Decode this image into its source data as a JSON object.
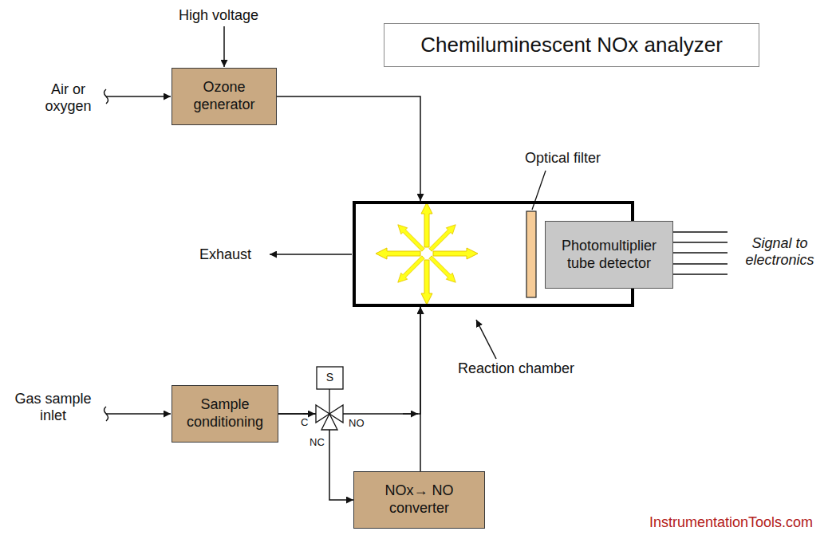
{
  "diagram": {
    "title": "Chemiluminescent NOx analyzer",
    "nodes": [
      {
        "text": [
          "Ozone generator"
        ]
      },
      {
        "text": [
          "Reaction chamber"
        ]
      },
      {
        "text": [
          "Photomultiplier tube detector"
        ],
        "in": 1
      },
      {
        "text": [
          "Sample conditioning"
        ]
      },
      {
        "text": [
          "NOx→ NO converter"
        ]
      }
    ],
    "edges": [
      {
        "from": 0,
        "to": 1,
        "arrow": "to"
      },
      {
        "from": 3,
        "to": 1,
        "arrow": "to"
      },
      {
        "from": 3,
        "to": 4,
        "arrow": "to"
      },
      {
        "from": 4,
        "to": 1,
        "arrow": "to"
      }
    ],
    "labels": [
      "High voltage",
      "Air or oxygen",
      "Exhaust",
      "Optical filter",
      "Signal to electronics",
      "Gas sample inlet",
      "S",
      "C",
      "NO",
      "NC",
      "InstrumentationTools.com"
    ]
  }
}
